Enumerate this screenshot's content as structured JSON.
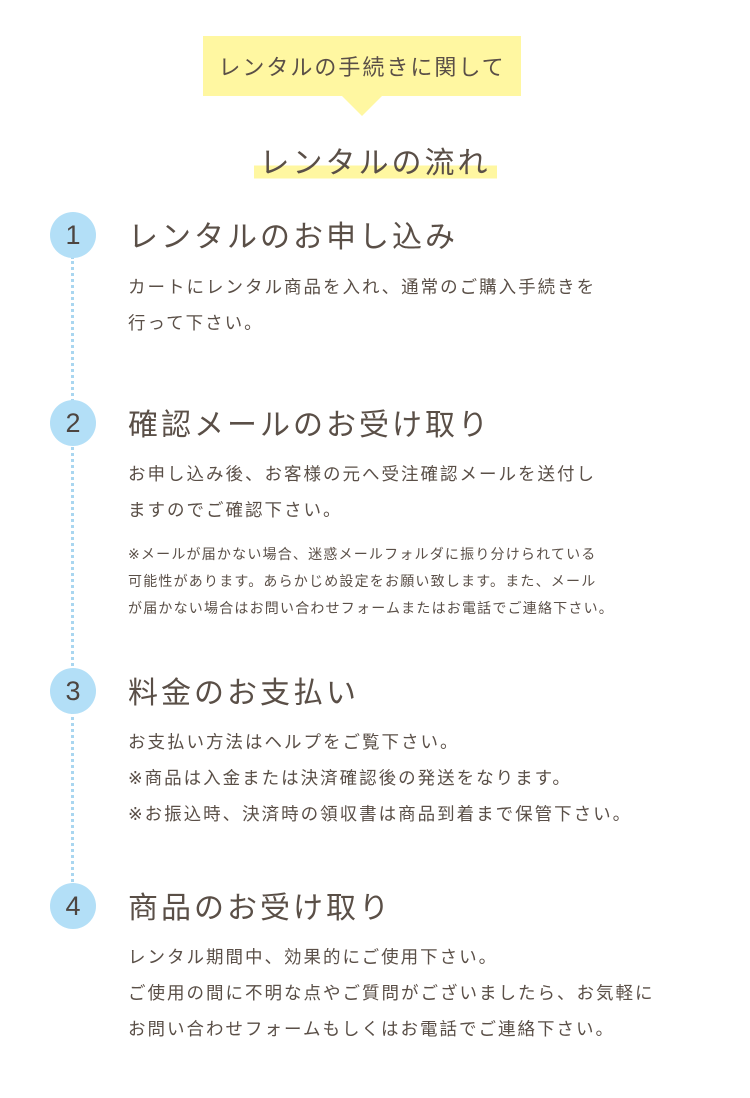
{
  "header": {
    "label": "レンタルの手続きに関して"
  },
  "flow": {
    "title": "レンタルの流れ"
  },
  "steps": [
    {
      "number": "1",
      "title": "レンタルのお申し込み",
      "lines": [
        "カートにレンタル商品を入れ、通常のご購入手続きを",
        "行って下さい。"
      ]
    },
    {
      "number": "2",
      "title": "確認メールのお受け取り",
      "lines": [
        "お申し込み後、お客様の元へ受注確認メールを送付し",
        "ますのでご確認下さい。"
      ],
      "notes": [
        "※メールが届かない場合、迷惑メールフォルダに振り分けられている",
        "可能性があります。あらかじめ設定をお願い致します。また、メール",
        "が届かない場合はお問い合わせフォームまたはお電話でご連絡下さい。"
      ]
    },
    {
      "number": "3",
      "title": "料金のお支払い",
      "lines": [
        "お支払い方法はヘルプをご覧下さい。",
        "※商品は入金または決済確認後の発送をなります。",
        "※お振込時、決済時の領収書は商品到着まで保管下さい。"
      ]
    },
    {
      "number": "4",
      "title": "商品のお受け取り",
      "lines": [
        "レンタル期間中、効果的にご使用下さい。",
        "ご使用の間に不明な点やご質問がございましたら、お気軽に",
        "お問い合わせフォームもしくはお電話でご連絡下さい。"
      ]
    }
  ]
}
